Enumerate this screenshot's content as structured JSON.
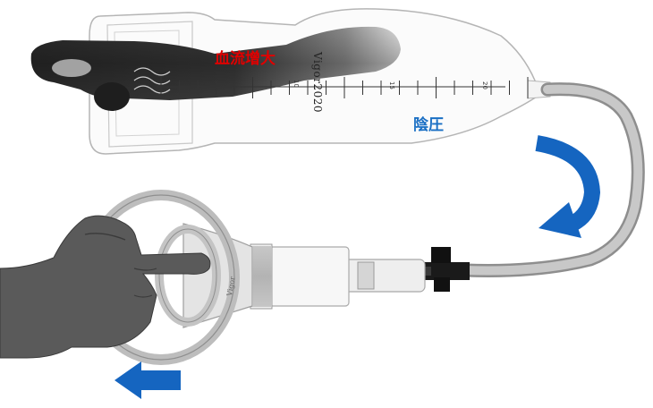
{
  "labels": {
    "blood_flow": "血流增大",
    "negative_pressure": "陰圧"
  },
  "cylinder": {
    "brand": "Vigor2020",
    "scale_marks": [
      "5",
      "10",
      "15",
      "20"
    ]
  },
  "handle": {
    "brand": "Vigor"
  },
  "colors": {
    "blood_flow_text": "#e00000",
    "negative_pressure_text": "#1a6fc4",
    "arrow_blue": "#1565c0",
    "hand_gray": "#5a5a5a",
    "tube_gray": "#a9a9a9"
  }
}
